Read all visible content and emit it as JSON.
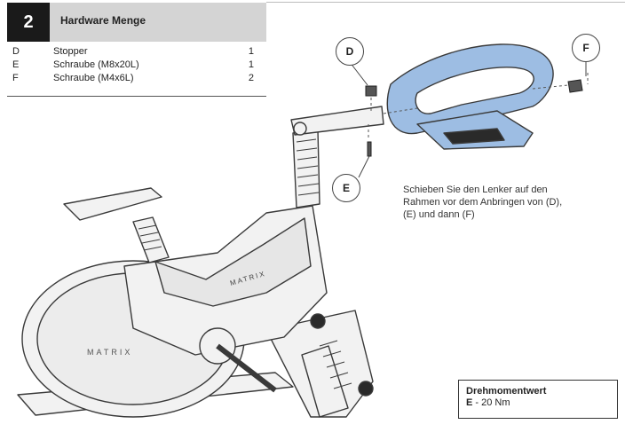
{
  "step": {
    "number": "2",
    "title": "Hardware Menge"
  },
  "hardware": [
    {
      "letter": "D",
      "name": "Stopper",
      "qty": "1"
    },
    {
      "letter": "E",
      "name": "Schraube (M8x20L)",
      "qty": "1"
    },
    {
      "letter": "F",
      "name": "Schraube (M4x6L)",
      "qty": "2"
    }
  ],
  "callouts": {
    "d": "D",
    "e": "E",
    "f": "F"
  },
  "instruction": "Schieben Sie den Lenker auf den Rahmen vor dem Anbringen von (D), (E) und dann (F)",
  "brand": {
    "frame_logo": "MATRIX",
    "flywheel_logo": "MATRIX"
  },
  "torque": {
    "title": "Drehmomentwert",
    "part": "E",
    "value": "- 20 Nm"
  },
  "colors": {
    "handlebar": "#9dbde3",
    "outline": "#3a3a3a",
    "frame": "#f2f2f2",
    "header_bg": "#d4d4d4"
  }
}
